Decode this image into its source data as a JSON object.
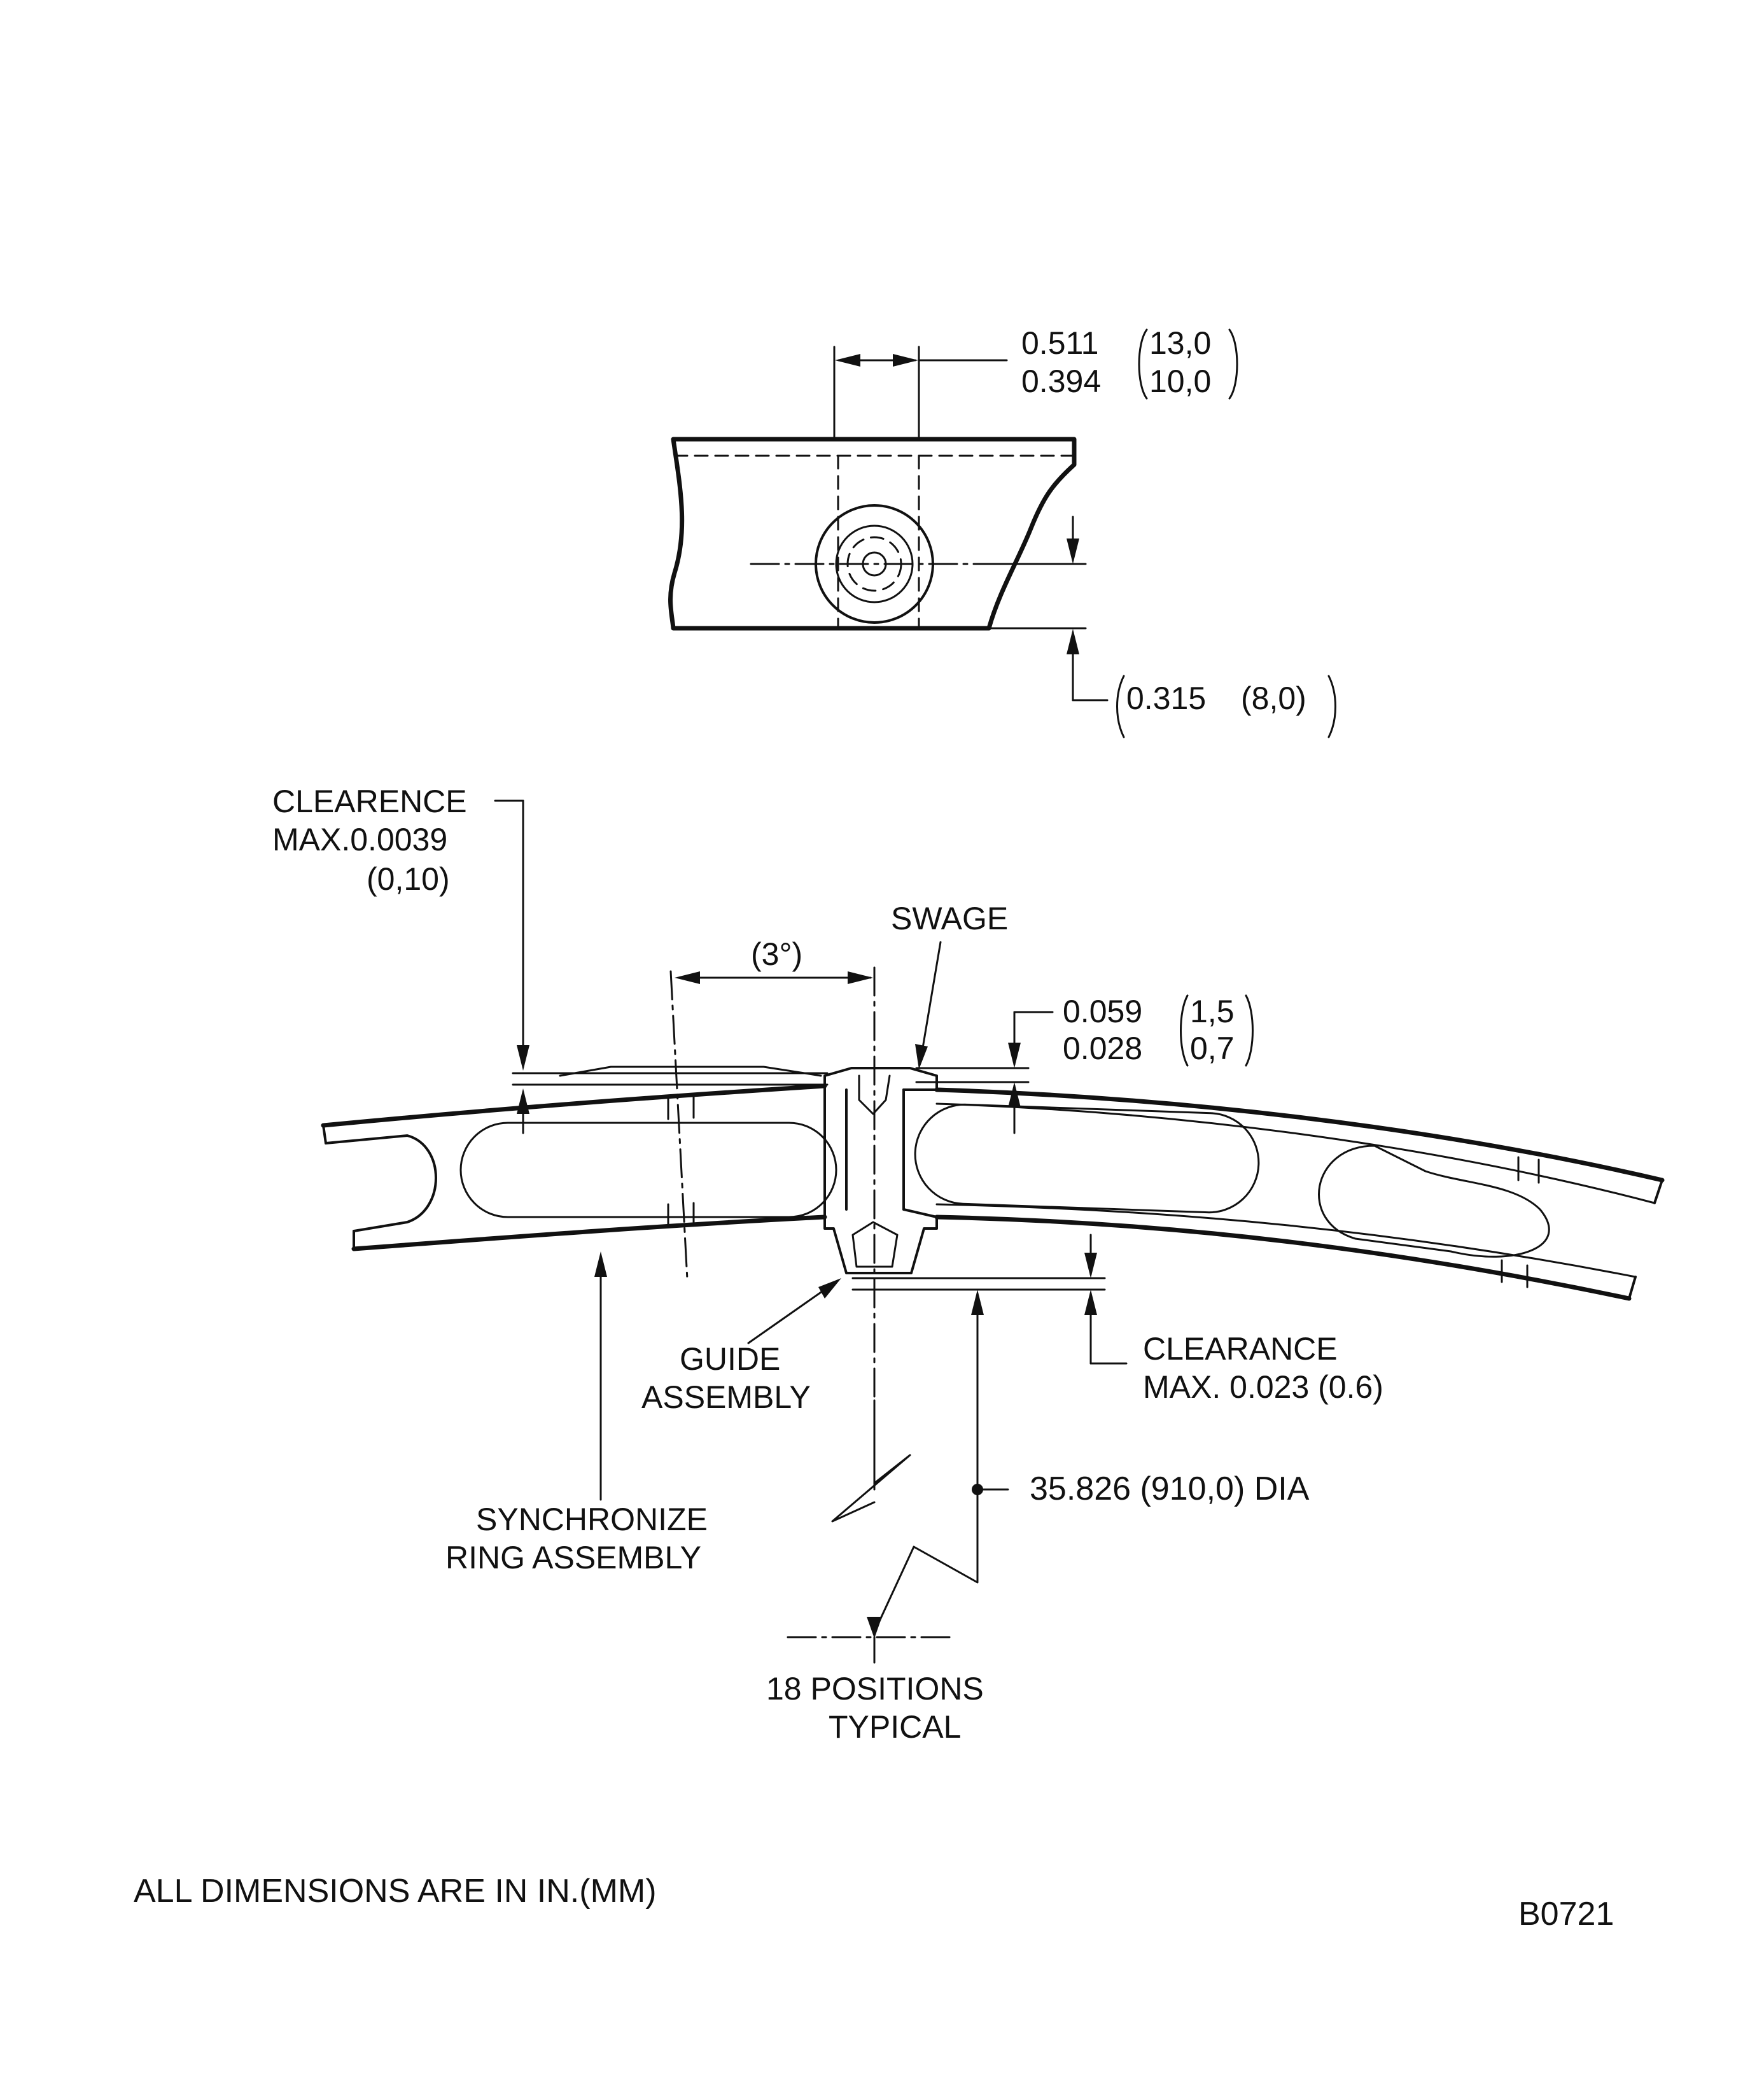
{
  "top_view": {
    "width_dim_line1": "0.511",
    "width_dim_mm1": "13,0",
    "width_dim_line2": "0.394",
    "width_dim_mm2": "10,0",
    "offset_dim": "0.315",
    "offset_dim_mm": "(8,0)"
  },
  "section_view": {
    "clearance_top_line1": "CLEARENCE",
    "clearance_top_line2": "MAX.0.0039",
    "clearance_top_line3": "(0,10)",
    "angle_label": "(3°)",
    "swage_label": "SWAGE",
    "height_dim_line1": "0.059",
    "height_dim_mm1": "1,5",
    "height_dim_line2": "0.028",
    "height_dim_mm2": "0,7",
    "guide_line1": "GUIDE",
    "guide_line2": "ASSEMBLY",
    "clearance_bottom_line1": "CLEARANCE",
    "clearance_bottom_line2": "MAX.  0.023  (0.6)",
    "diameter_label": "35.826  (910,0)  DIA",
    "sync_line1": "SYNCHRONIZE",
    "sync_line2": "RING  ASSEMBLY",
    "positions_line1": "18  POSITIONS",
    "positions_line2": "TYPICAL"
  },
  "footer": {
    "units_note": "ALL  DIMENSIONS  ARE  IN  IN.(MM)",
    "drawing_id": "B0721"
  }
}
